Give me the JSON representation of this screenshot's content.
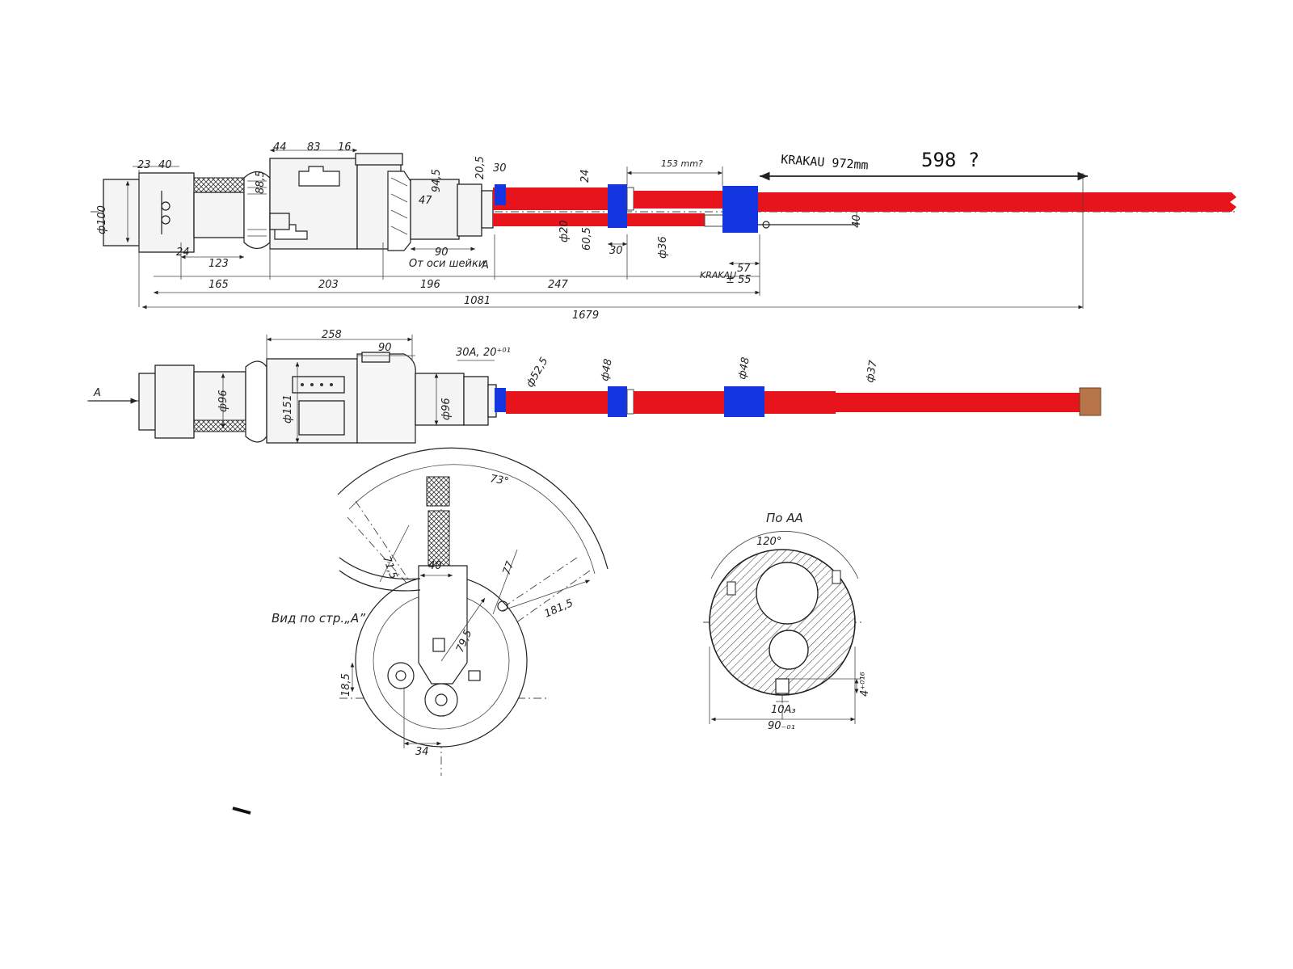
{
  "colors": {
    "barrel": "#e8141c",
    "sleeve": "#1436e0",
    "muzzle": "#b8754a",
    "line": "#222222"
  },
  "top_view": {
    "dims": [
      "23",
      "40",
      "44",
      "83",
      "16",
      "20,5",
      "30",
      "24",
      "153 mm?",
      "ф100",
      "88,5",
      "94,5",
      "47",
      "ф20",
      "60,5",
      "30",
      "ф36",
      "40",
      "24",
      "123",
      "90",
      "165",
      "203",
      "196",
      "247",
      "57",
      "1081",
      "1679"
    ],
    "neck_note": "От оси шейки",
    "section_mark": "А",
    "krakau_small": "KRAKAU",
    "krakau_tol": "± 55",
    "krakau_hand": "KRAKAU 972mm",
    "hand_598": "598 ?"
  },
  "side_view": {
    "dims": [
      "258",
      "90",
      "30А,",
      "20⁺⁰¹",
      "ф52,5",
      "ф48",
      "ф48",
      "ф37",
      "ф96",
      "ф151",
      "ф96"
    ],
    "arrow_label": "А"
  },
  "view_a": {
    "caption": "Вид по стр.„А”",
    "dims": [
      "73°",
      "71,5",
      "77",
      "40",
      "181,5",
      "79,5",
      "18,5",
      "34"
    ]
  },
  "section_aa": {
    "caption": "По АА",
    "dims": [
      "120°",
      "4⁺⁰¹⁶",
      "10А₃",
      "90₋₀₁"
    ]
  }
}
